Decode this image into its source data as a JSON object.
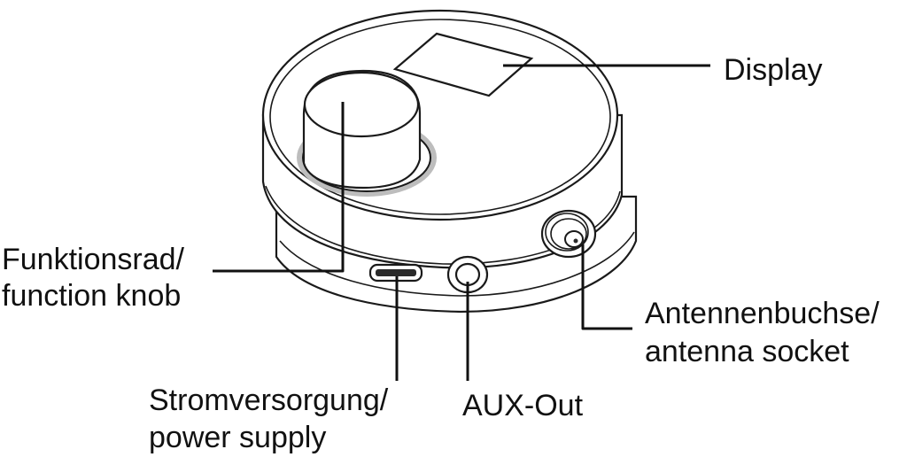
{
  "labels": {
    "display": "Display",
    "knob_line1": "Funktionsrad/",
    "knob_line2": "function knob",
    "power_line1": "Stromversorgung/",
    "power_line2": "power supply",
    "aux": "AUX-Out",
    "antenna_line1": "Antennenbuchse/",
    "antenna_line2": "antenna socket"
  },
  "colors": {
    "line": "#1a1a1a",
    "text": "#111111",
    "background": "#ffffff"
  }
}
